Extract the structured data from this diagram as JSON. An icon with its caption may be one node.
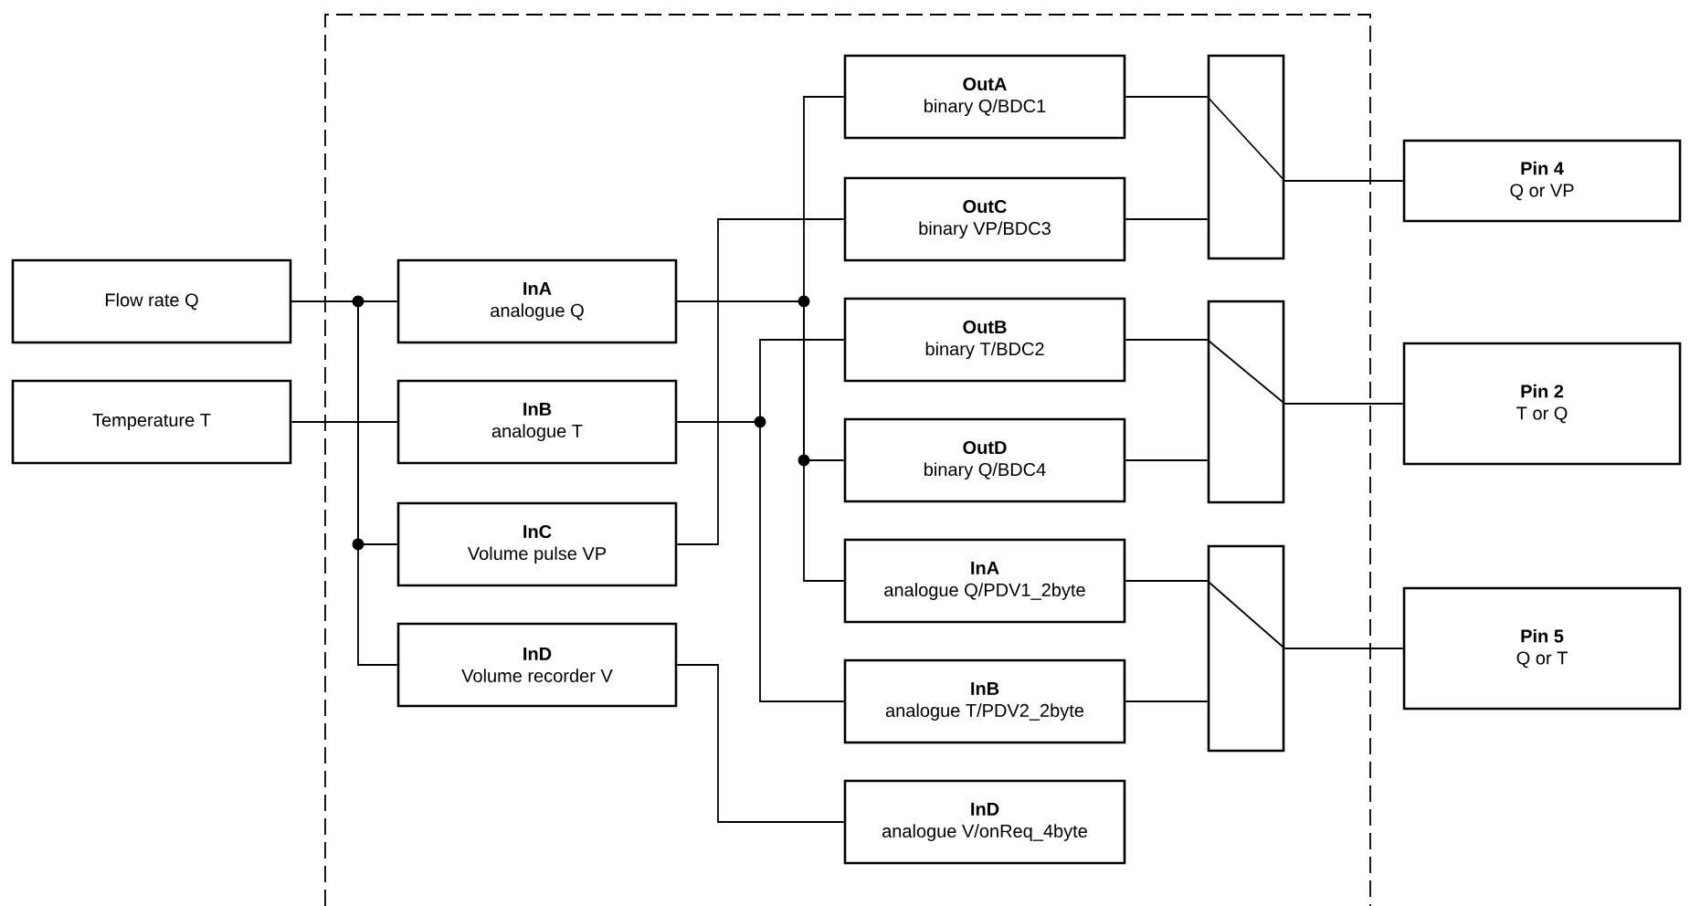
{
  "diagram": {
    "nodes": [
      {
        "text": [
          "Flow rate Q"
        ]
      },
      {
        "text": [
          "Temperature T"
        ]
      },
      {
        "text": [
          "InA",
          "analogue Q"
        ]
      },
      {
        "text": [
          "InB",
          "analogue T"
        ]
      },
      {
        "text": [
          "InC",
          "Volume pulse VP"
        ]
      },
      {
        "text": [
          "InD",
          "Volume recorder V"
        ]
      },
      {
        "text": [
          "OutA",
          "binary Q/BDC1"
        ]
      },
      {
        "text": [
          "OutC",
          "binary VP/BDC3"
        ]
      },
      {
        "text": [
          "OutB",
          "binary T/BDC2"
        ]
      },
      {
        "text": [
          "OutD",
          "binary Q/BDC4"
        ]
      },
      {
        "text": [
          "InA",
          "analogue Q/PDV1_2byte"
        ]
      },
      {
        "text": [
          "InB",
          "analogue T/PDV2_2byte"
        ]
      },
      {
        "text": [
          "InD",
          "analogue V/onReq_4byte"
        ]
      },
      {
        "text": [],
        "shape": "box"
      },
      {
        "text": [],
        "shape": "box"
      },
      {
        "text": [],
        "shape": "box"
      },
      {
        "text": [
          "Pin 4",
          "Q or VP"
        ]
      },
      {
        "text": [
          "Pin 2",
          "T or Q"
        ]
      },
      {
        "text": [
          "Pin 5",
          "Q or T"
        ]
      }
    ],
    "edges": [
      {
        "from": 0,
        "to": 2,
        "arrow": "none"
      },
      {
        "from": 0,
        "to": 4,
        "arrow": "none"
      },
      {
        "from": 0,
        "to": 5,
        "arrow": "none"
      },
      {
        "from": 1,
        "to": 3,
        "arrow": "none"
      },
      {
        "from": 2,
        "to": 6,
        "arrow": "none"
      },
      {
        "from": 2,
        "to": 9,
        "arrow": "none"
      },
      {
        "from": 2,
        "to": 10,
        "arrow": "none"
      },
      {
        "from": 3,
        "to": 8,
        "arrow": "none"
      },
      {
        "from": 3,
        "to": 11,
        "arrow": "none"
      },
      {
        "from": 4,
        "to": 7,
        "arrow": "none"
      },
      {
        "from": 5,
        "to": 12,
        "arrow": "none"
      },
      {
        "from": 6,
        "to": 13,
        "arrow": "none"
      },
      {
        "from": 7,
        "to": 13,
        "arrow": "none"
      },
      {
        "from": 8,
        "to": 14,
        "arrow": "none"
      },
      {
        "from": 9,
        "to": 14,
        "arrow": "none"
      },
      {
        "from": 10,
        "to": 15,
        "arrow": "none"
      },
      {
        "from": 11,
        "to": 15,
        "arrow": "none"
      },
      {
        "from": 13,
        "to": 16,
        "arrow": "none"
      },
      {
        "from": 14,
        "to": 17,
        "arrow": "none"
      },
      {
        "from": 15,
        "to": 18,
        "arrow": "none"
      }
    ]
  }
}
